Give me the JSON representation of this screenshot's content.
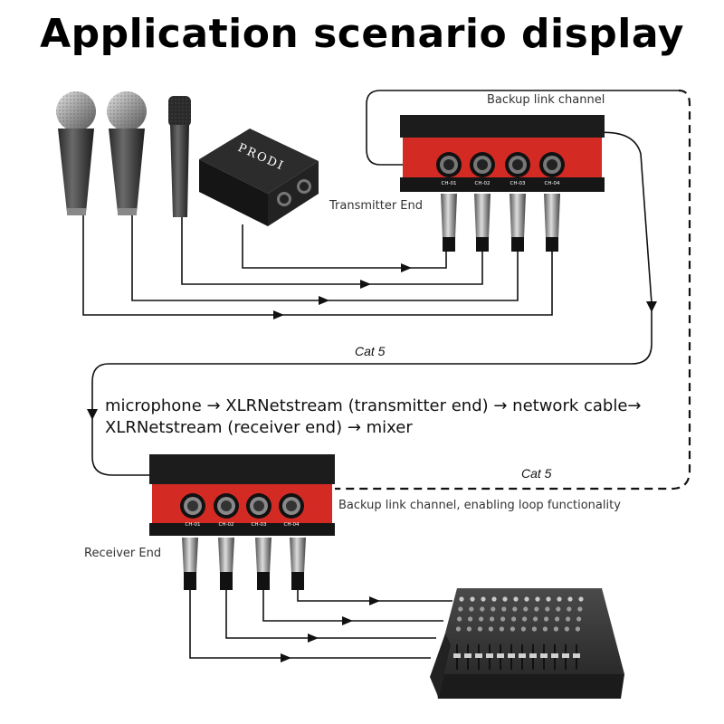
{
  "title": "Application scenario display",
  "labels": {
    "backup_link_top": "Backup link channel",
    "transmitter": "Transmitter End",
    "cat5_top": "Cat 5",
    "cat5_bottom": "Cat 5",
    "backup_link_bottom": "Backup link channel, enabling loop functionality",
    "receiver": "Receiver End"
  },
  "flow_text": {
    "line1": "microphone → XLRNetstream (transmitter end) → network cable→",
    "line2": "XLRNetstream (receiver end) → mixer"
  },
  "di_box": {
    "brand": "PRODI"
  },
  "channels": [
    "CH-01",
    "CH-02",
    "CH-03",
    "CH-04"
  ],
  "colors": {
    "device_red": "#d42a24",
    "device_black": "#1c1c1c",
    "line": "#111111"
  }
}
